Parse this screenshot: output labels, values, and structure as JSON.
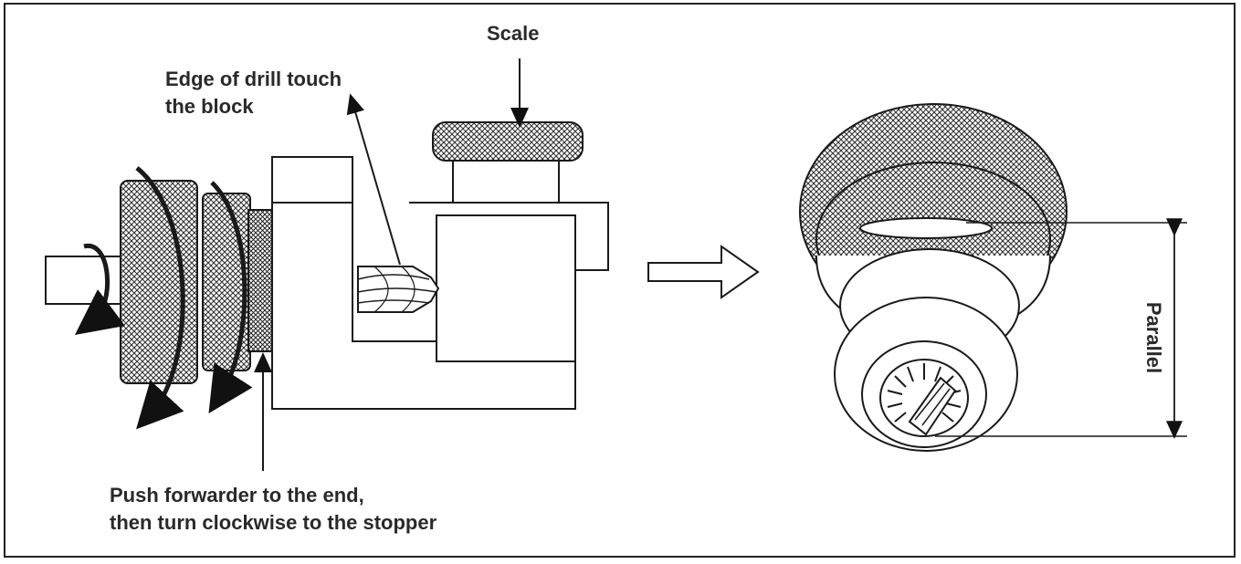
{
  "labels": {
    "scale": "Scale",
    "edge_line1": "Edge of drill touch",
    "edge_line2": "the block",
    "push_line1": "Push forwarder to the end,",
    "push_line2": "then turn clockwise to the stopper",
    "parallel": "Parallel"
  },
  "colors": {
    "line": "#1a1a1a",
    "background": "#ffffff"
  },
  "icons": {
    "direction": "hollow-right-arrow-icon",
    "rotation": "curved-rotation-arrow-icon"
  }
}
